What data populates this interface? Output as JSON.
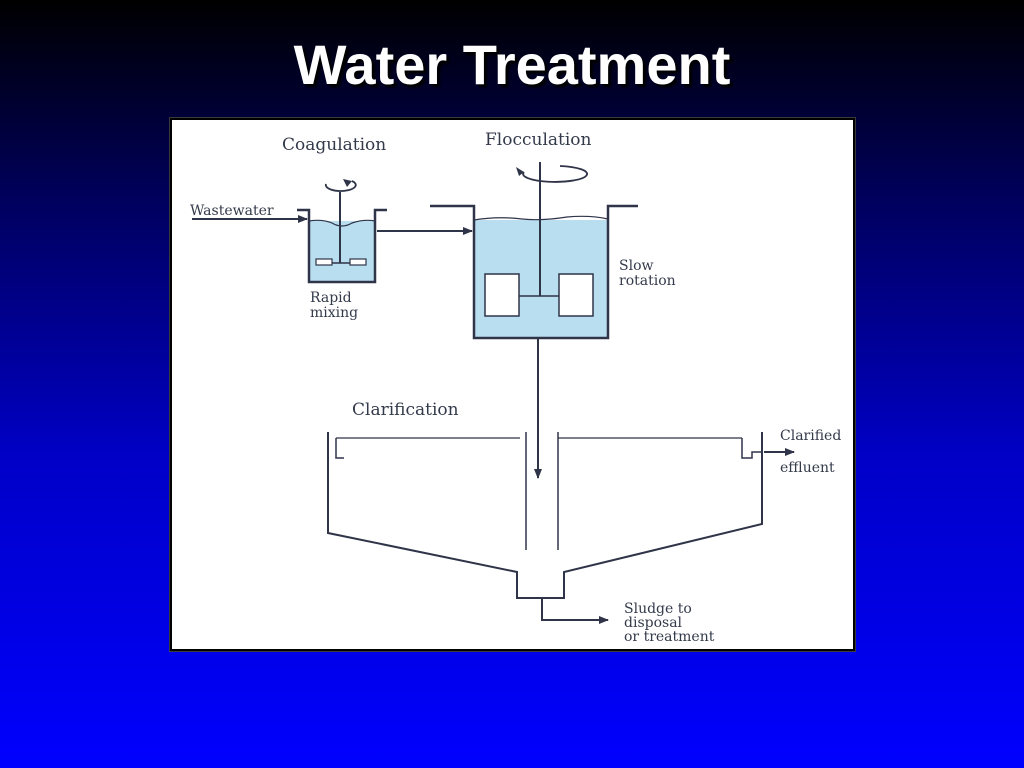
{
  "slide": {
    "title": "Water Treatment"
  },
  "diagram": {
    "labels": {
      "coagulation": "Coagulation",
      "flocculation": "Flocculation",
      "wastewater": "Wastewater",
      "rapid_mixing_line1": "Rapid",
      "rapid_mixing_line2": "mixing",
      "slow_rotation_line1": "Slow",
      "slow_rotation_line2": "rotation",
      "clarification": "Clarification",
      "clarified_effluent_line1": "Clarified",
      "clarified_effluent_line2": "effluent",
      "sludge_line1": "Sludge to",
      "sludge_line2": "disposal",
      "sludge_line3": "or treatment"
    },
    "colors": {
      "water_fill": "#b9def0",
      "line": "#2f3448",
      "frame_bg": "#ffffff"
    }
  }
}
